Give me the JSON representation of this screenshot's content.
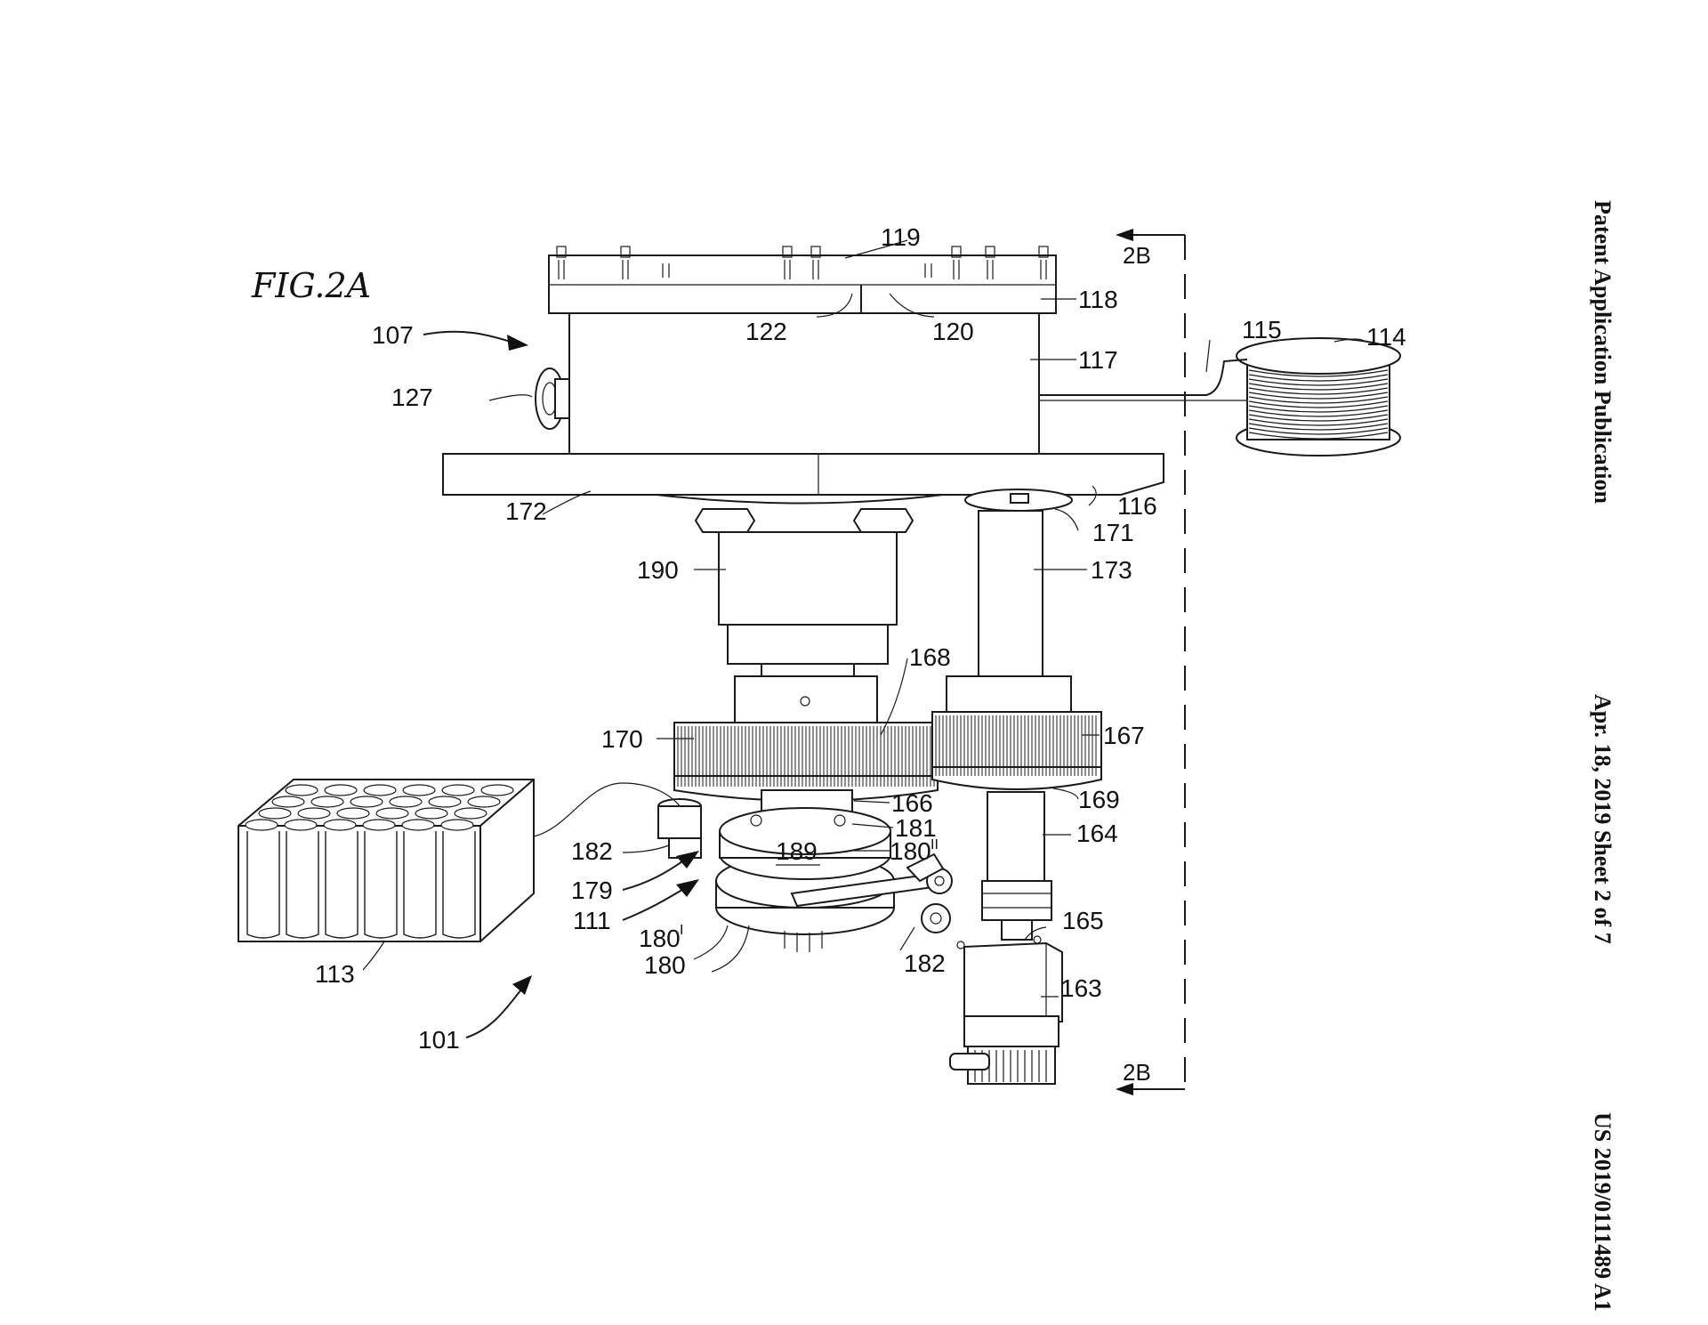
{
  "header": {
    "publication": "Patent Application Publication",
    "date_sheet": "Apr. 18, 2019  Sheet 2 of 7",
    "number": "US 2019/0111489 A1"
  },
  "figure": {
    "title": "FIG.2A",
    "section_marker_top": "2B",
    "section_marker_bottom": "2B"
  },
  "labels": {
    "l101": "101",
    "l107": "107",
    "l111": "111",
    "l113": "113",
    "l114": "114",
    "l115": "115",
    "l116": "116",
    "l117": "117",
    "l118": "118",
    "l119": "119",
    "l120": "120",
    "l122": "122",
    "l127": "127",
    "l163": "163",
    "l164": "164",
    "l165": "165",
    "l166": "166",
    "l167": "167",
    "l168": "168",
    "l169": "169",
    "l170": "170",
    "l171": "171",
    "l172": "172",
    "l173": "173",
    "l179": "179",
    "l180": "180",
    "l180i": "180",
    "l180ii": "180",
    "l181": "181",
    "l182a": "182",
    "l182b": "182",
    "l189": "189",
    "l190": "190"
  }
}
